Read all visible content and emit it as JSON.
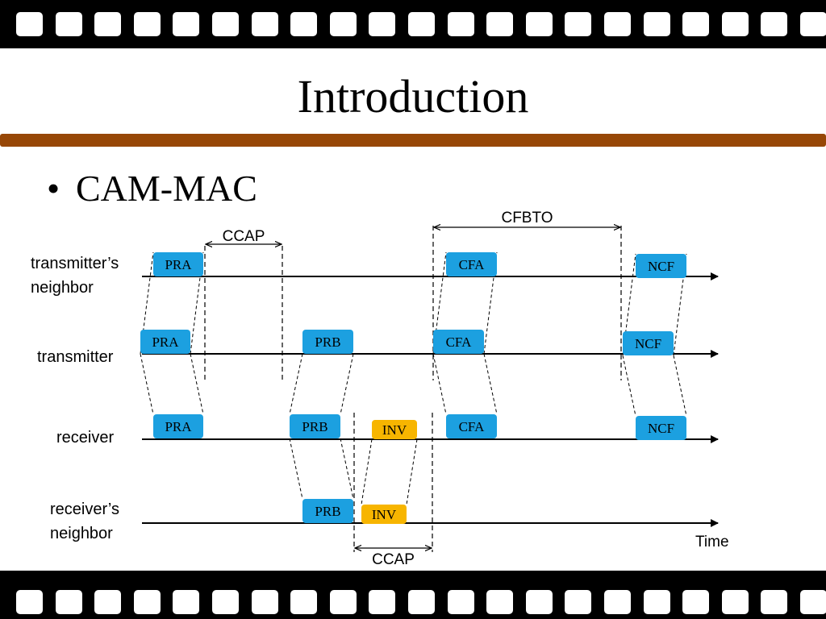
{
  "slide": {
    "title": "Introduction",
    "bullet": "CAM-MAC"
  },
  "rows": [
    {
      "key": "tn",
      "label_lines": [
        "transmitter’s",
        "neighbor"
      ]
    },
    {
      "key": "tx",
      "label_lines": [
        "transmitter"
      ]
    },
    {
      "key": "rx",
      "label_lines": [
        "receiver"
      ]
    },
    {
      "key": "rn",
      "label_lines": [
        "receiver’s",
        "neighbor"
      ]
    }
  ],
  "axis": {
    "label": "Time"
  },
  "colors": {
    "film": "#000000",
    "rule": "#974706",
    "frame_blue": "#1ca0e0",
    "frame_gold": "#f7b500"
  },
  "frames": [
    {
      "id": "pra-tn",
      "row": "tn",
      "label": "PRA",
      "color": "blue"
    },
    {
      "id": "pra-tx",
      "row": "tx",
      "label": "PRA",
      "color": "blue"
    },
    {
      "id": "pra-rx",
      "row": "rx",
      "label": "PRA",
      "color": "blue"
    },
    {
      "id": "prb-tx",
      "row": "tx",
      "label": "PRB",
      "color": "blue"
    },
    {
      "id": "prb-rx",
      "row": "rx",
      "label": "PRB",
      "color": "blue"
    },
    {
      "id": "prb-rn",
      "row": "rn",
      "label": "PRB",
      "color": "blue"
    },
    {
      "id": "inv-rx",
      "row": "rx",
      "label": "INV",
      "color": "gold"
    },
    {
      "id": "inv-rn",
      "row": "rn",
      "label": "INV",
      "color": "gold"
    },
    {
      "id": "cfa-tn",
      "row": "tn",
      "label": "CFA",
      "color": "blue"
    },
    {
      "id": "cfa-tx",
      "row": "tx",
      "label": "CFA",
      "color": "blue"
    },
    {
      "id": "cfa-rx",
      "row": "rx",
      "label": "CFA",
      "color": "blue"
    },
    {
      "id": "ncf-tn",
      "row": "tn",
      "label": "NCF",
      "color": "blue"
    },
    {
      "id": "ncf-tx",
      "row": "tx",
      "label": "NCF",
      "color": "blue"
    },
    {
      "id": "ncf-rx",
      "row": "rx",
      "label": "NCF",
      "color": "blue"
    }
  ],
  "intervals": [
    {
      "id": "ccap-top",
      "label": "CCAP"
    },
    {
      "id": "cfbto",
      "label": "CFBTO"
    },
    {
      "id": "ccap-bottom",
      "label": "CCAP"
    }
  ]
}
